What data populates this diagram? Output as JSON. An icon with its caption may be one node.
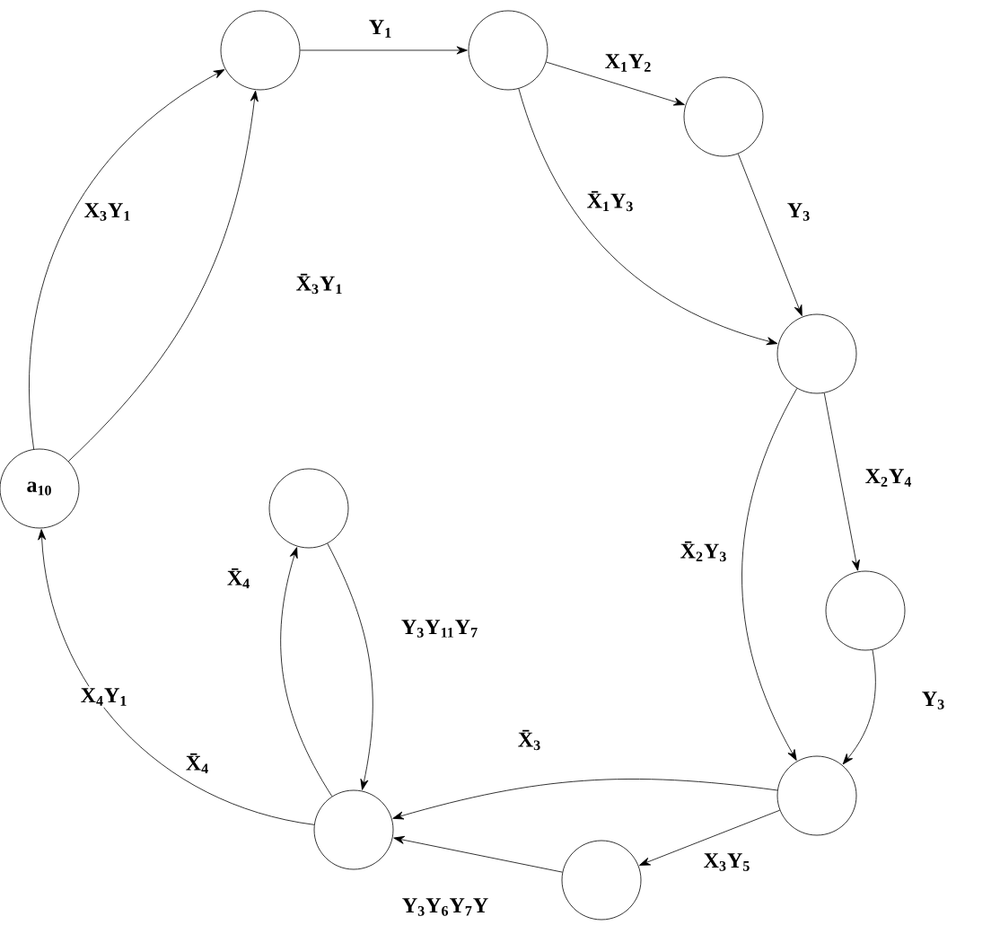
{
  "diagram": {
    "nodes": [
      {
        "text": [
          "a$_{10}$"
        ]
      },
      {
        "text": [],
        "shape": "circle"
      },
      {
        "text": [],
        "shape": "circle"
      },
      {
        "text": [],
        "shape": "circle"
      },
      {
        "text": [],
        "shape": "circle"
      },
      {
        "text": [],
        "shape": "circle"
      },
      {
        "text": [],
        "shape": "circle"
      },
      {
        "text": [],
        "shape": "circle"
      },
      {
        "text": [],
        "shape": "circle"
      },
      {
        "text": [],
        "shape": "circle"
      }
    ],
    "edges": [
      {
        "from": 0,
        "to": 1,
        "arrow": "to",
        "label": "X$_{3}$Y$_{1}$"
      },
      {
        "from": 0,
        "to": 1,
        "arrow": "to",
        "label": "X̄$_{3}$Y$_{1}$"
      },
      {
        "from": 1,
        "to": 2,
        "arrow": "to",
        "label": "Y$_{1}$"
      },
      {
        "from": 2,
        "to": 3,
        "arrow": "to",
        "label": "X$_{1}$Y$_{2}$"
      },
      {
        "from": 2,
        "to": 4,
        "arrow": "to",
        "label": "X̄$_{1}$Y$_{3}$"
      },
      {
        "from": 3,
        "to": 4,
        "arrow": "to",
        "label": "Y$_{3}$"
      },
      {
        "from": 4,
        "to": 7,
        "arrow": "to",
        "label": "X̄$_{2}$Y$_{3}$"
      },
      {
        "from": 4,
        "to": 6,
        "arrow": "to",
        "label": "X$_{2}$Y$_{4}$"
      },
      {
        "from": 6,
        "to": 7,
        "arrow": "to",
        "label": "Y$_{3}$"
      },
      {
        "from": 7,
        "to": 8,
        "arrow": "to",
        "label": "X̄$_{3}$"
      },
      {
        "from": 7,
        "to": 9,
        "arrow": "to",
        "label": "X$_{3}$Y$_{5}$"
      },
      {
        "from": 9,
        "to": 8,
        "arrow": "to",
        "label": "Y$_{3}$Y$_{6}$Y$_{7}$Y"
      },
      {
        "from": 8,
        "to": 0,
        "arrow": "to",
        "label": "X$_{4}$Y$_{1}$"
      },
      {
        "from": 8,
        "to": 5,
        "arrow": "to",
        "label": "X̄$_{4}$"
      },
      {
        "from": 5,
        "to": 8,
        "arrow": "to",
        "label": "Y$_{3}$Y$_{11}$Y$_{7}$"
      }
    ],
    "labels": [
      "X̄$_{4}$"
    ]
  }
}
